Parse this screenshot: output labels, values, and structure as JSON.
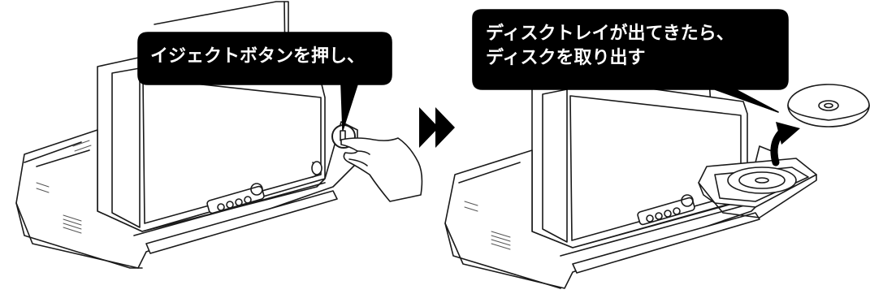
{
  "callouts": {
    "step1": "イジェクトボタンを押し、",
    "step2_line1": "ディスクトレイが出てきたら、",
    "step2_line2": "ディスクを取り出す"
  },
  "colors": {
    "outline": "#1a1a1a",
    "callout_fill": "#000000",
    "callout_text": "#ffffff",
    "body_fill": "#ffffff",
    "arrow": "#000000"
  },
  "icons": {
    "step_arrow": "double-chevron-right-icon",
    "disc": "disc-icon",
    "curved_arrow": "curved-up-arrow-icon",
    "hand": "hand-icon"
  }
}
